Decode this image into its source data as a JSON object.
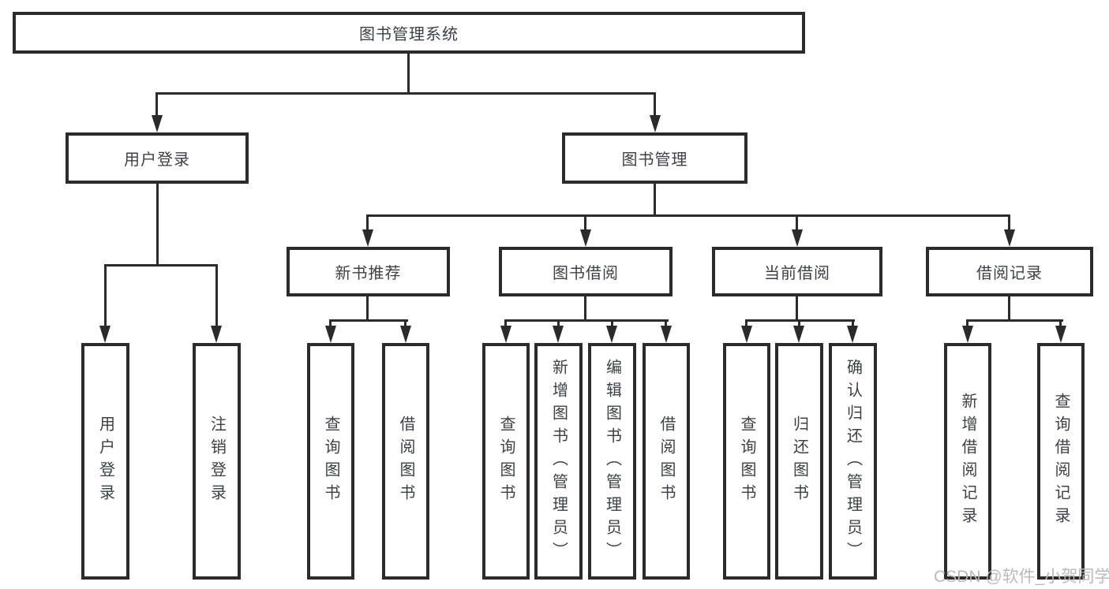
{
  "diagram_title": "图书管理系统",
  "watermark": {
    "text": "CSDN @软件_小贺同学"
  },
  "colors": {
    "line": "#2b2b2b",
    "box_border": "#2b2b2b",
    "text": "#3d4048",
    "watermark": "#b6b6b6",
    "background": "#ffffff"
  },
  "tree": {
    "label": "图书管理系统",
    "children": [
      {
        "label": "用户登录",
        "children": [
          {
            "label": "用户登录"
          },
          {
            "label": "注销登录"
          }
        ]
      },
      {
        "label": "图书管理",
        "children": [
          {
            "label": "新书推荐",
            "children": [
              {
                "label": "查询图书"
              },
              {
                "label": "借阅图书"
              }
            ]
          },
          {
            "label": "图书借阅",
            "children": [
              {
                "label": "查询图书"
              },
              {
                "label": "新增图书（管理员）"
              },
              {
                "label": "编辑图书（管理员）"
              },
              {
                "label": "借阅图书"
              }
            ]
          },
          {
            "label": "当前借阅",
            "children": [
              {
                "label": "查询图书"
              },
              {
                "label": "归还图书"
              },
              {
                "label": "确认归还（管理员）"
              }
            ]
          },
          {
            "label": "借阅记录",
            "children": [
              {
                "label": "新增借阅记录"
              },
              {
                "label": "查询借阅记录"
              }
            ]
          }
        ]
      }
    ]
  }
}
